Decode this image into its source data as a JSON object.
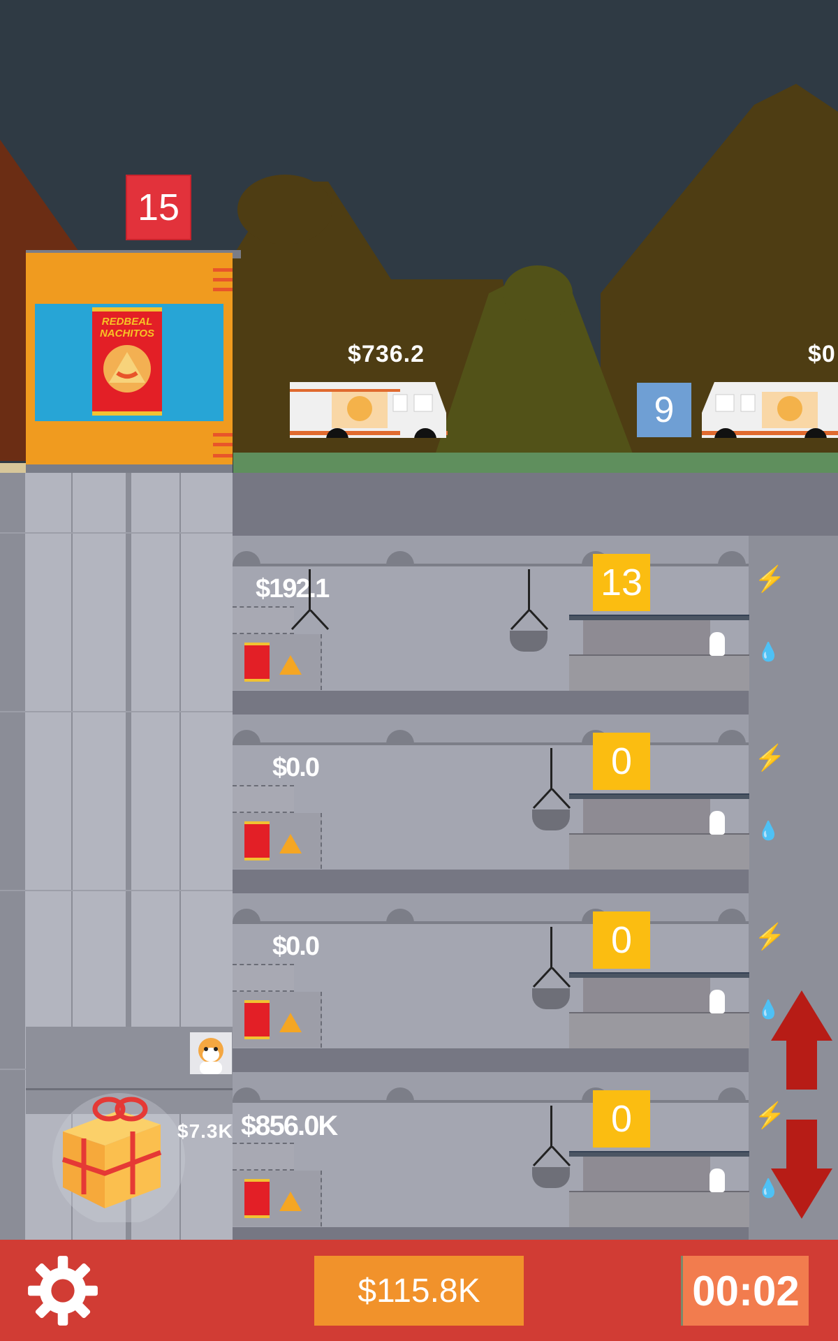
{
  "factory": {
    "level_badge": "15",
    "bag_brand_line1": "REDBEAL",
    "bag_brand_line2": "NACHITOS"
  },
  "trucks": [
    {
      "money": "$736.2"
    },
    {
      "money": "$0",
      "level_badge": "9"
    }
  ],
  "mine_levels": [
    {
      "stored_money": "$192.1",
      "worker_count": "13"
    },
    {
      "stored_money": "$0.0",
      "worker_count": "0"
    },
    {
      "stored_money": "$0.0",
      "worker_count": "0"
    },
    {
      "stored_money": "$856.0K",
      "worker_count": "0"
    }
  ],
  "gift": {
    "cost": "$7.3K"
  },
  "bottom_bar": {
    "cash": "$115.8K",
    "timer": "00:02"
  },
  "colors": {
    "badge_red": "#e2323b",
    "badge_blue": "#6f9fd4",
    "mine_count": "#fbbd11",
    "bottom_bar": "#d13c34",
    "cash_button": "#f1922b",
    "timer_box": "#f27c4e",
    "arrow": "#b71c16"
  },
  "icons": [
    "settings-gear-icon",
    "arrow-up-icon",
    "arrow-down-icon",
    "gift-box-icon",
    "lightning-icon",
    "water-drop-icon",
    "warning-icon",
    "hamster-icon"
  ]
}
